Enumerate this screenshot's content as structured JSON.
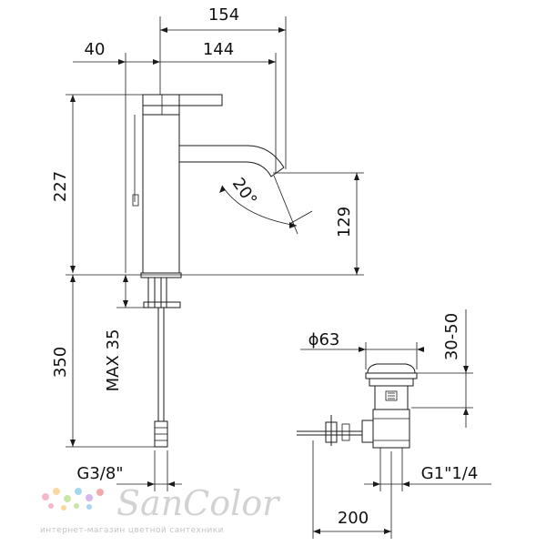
{
  "dimensions": {
    "overall_width": "154",
    "offset_left": "40",
    "spout_reach": "144",
    "total_height": "227",
    "spout_height": "129",
    "spout_angle": "20°",
    "hose_length": "350",
    "max_deck": "MAX 35",
    "hose_thread": "G3/8\"",
    "waste_diameter": "ϕ63",
    "waste_range": "30-50",
    "waste_thread": "G1\"1/4",
    "rod_length": "200"
  },
  "watermark": {
    "brand": "SanColor",
    "tagline": "интернет-магазин цветной сантехники",
    "dot_colors": [
      "#f6b9c9",
      "#f9d9a1",
      "#c9e5a5",
      "#a9d6ef",
      "#d6b6ec",
      "#f4a9a9"
    ]
  }
}
